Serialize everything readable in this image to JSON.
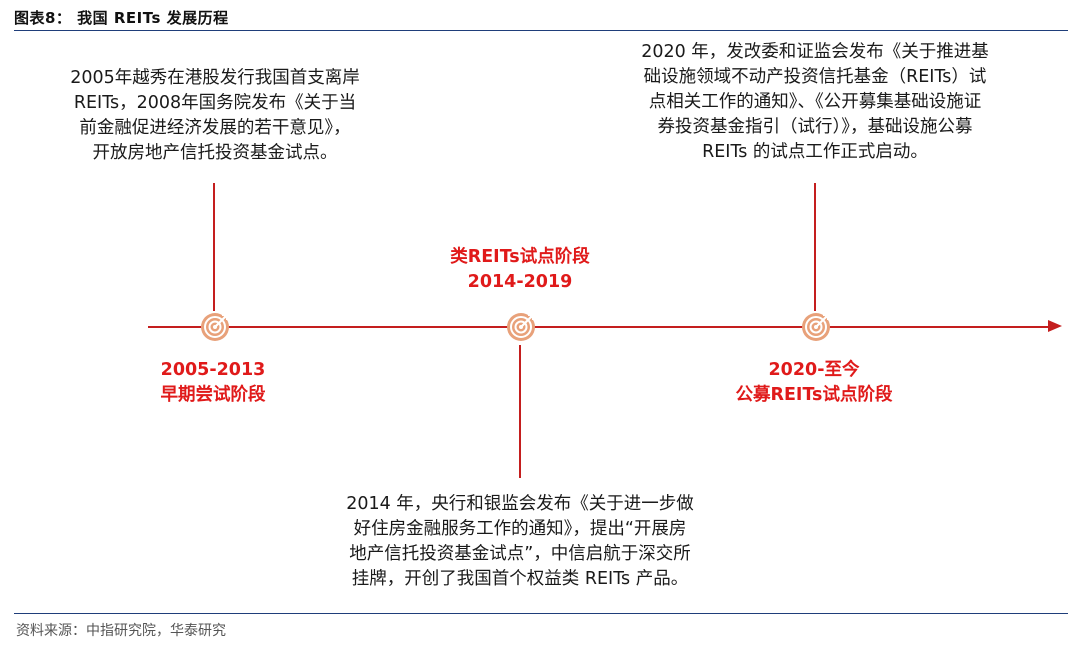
{
  "header": {
    "title": "图表8：  我国 REITs 发展历程"
  },
  "milestones": [
    {
      "phase_lines": [
        "2005-2013",
        "早期尝试阶段"
      ],
      "desc_lines": [
        "2005年越秀在港股发行我国首支离岸",
        "REITs，2008年国务院发布《关于当",
        "前金融促进经济发展的若干意见》，",
        "开放房地产信托投资基金试点。"
      ]
    },
    {
      "phase_lines": [
        "类REITs试点阶段",
        "2014-2019"
      ],
      "desc_lines": [
        "2014 年，央行和银监会发布《关于进一步做",
        "好住房金融服务工作的通知》，提出“开展房",
        "地产信托投资基金试点”，中信启航于深交所",
        "挂牌，开创了我国首个权益类 REITs 产品。"
      ]
    },
    {
      "phase_lines": [
        "2020-至今",
        "公募REITs试点阶段"
      ],
      "desc_lines": [
        "2020 年，发改委和证监会发布《关于推进基",
        "础设施领域不动产投资信托基金（REITs）试",
        "点相关工作的通知》、《公开募集基础设施证",
        "券投资基金指引（试行）》，基础设施公募",
        "REITs 的试点工作正式启动。"
      ]
    }
  ],
  "colors": {
    "accent": "#c41e1e",
    "phase_text": "#e01a1a",
    "marker": "#e8a17a",
    "rule": "#1f3e7a"
  },
  "icons": {
    "marker": "target-icon"
  },
  "footer": {
    "source": "资料来源：中指研究院，华泰研究"
  }
}
